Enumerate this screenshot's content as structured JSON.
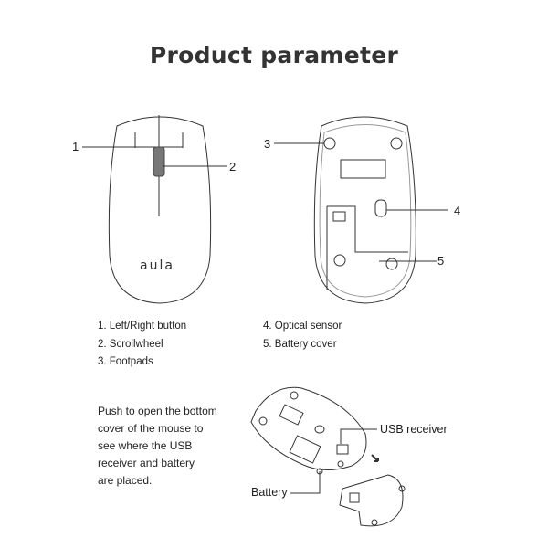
{
  "title": "Product parameter",
  "brand_logo": "aula",
  "callouts": [
    "1",
    "2",
    "3",
    "4",
    "5"
  ],
  "parts_left": [
    "1. Left/Right button",
    "2. Scrollwheel",
    "3. Footpads"
  ],
  "parts_right": [
    "4. Optical sensor",
    "5. Battery cover"
  ],
  "instructions": [
    "Push to open the bottom",
    "cover of the mouse to",
    "see where the USB",
    "receiver and battery",
    "are placed."
  ],
  "exploded_labels": {
    "usb": "USB receiver",
    "battery": "Battery"
  }
}
